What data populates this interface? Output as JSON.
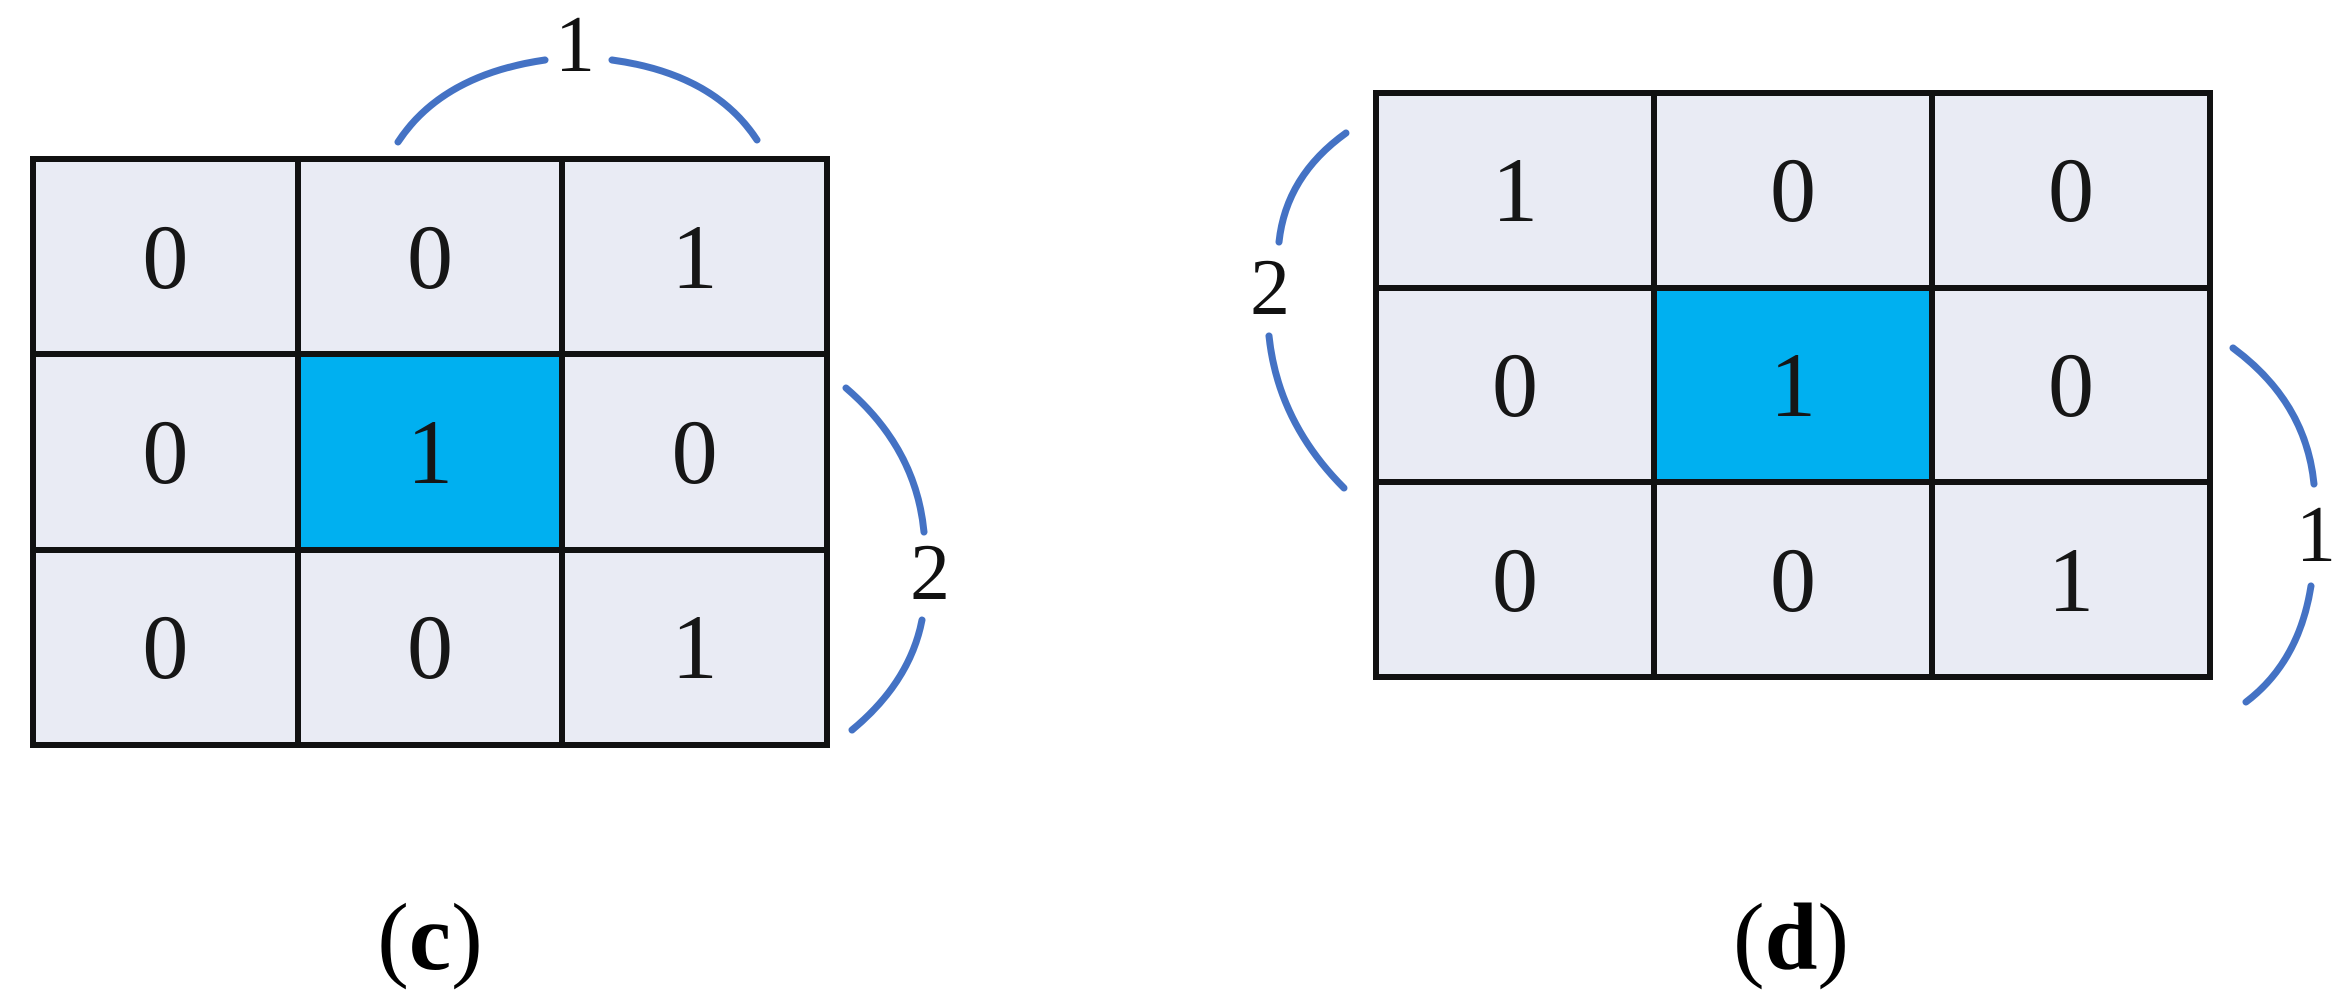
{
  "figure": {
    "colors": {
      "cell_bg": "#e9ebf4",
      "highlight": "#00b0f0",
      "border": "#111111",
      "arc": "#4472c4"
    },
    "panels": [
      {
        "id": "c",
        "caption": {
          "open": "(",
          "letter": "c",
          "close": ")"
        },
        "grid": {
          "rows": [
            [
              "0",
              "0",
              "1"
            ],
            [
              "0",
              "1",
              "0"
            ],
            [
              "0",
              "0",
              "1"
            ]
          ],
          "highlight_cell": {
            "row": 1,
            "col": 1,
            "value": "1"
          }
        },
        "annotations": [
          {
            "label": "1",
            "position": "top"
          },
          {
            "label": "2",
            "position": "right"
          }
        ]
      },
      {
        "id": "d",
        "caption": {
          "open": "(",
          "letter": "d",
          "close": ")"
        },
        "grid": {
          "rows": [
            [
              "1",
              "0",
              "0"
            ],
            [
              "0",
              "1",
              "0"
            ],
            [
              "0",
              "0",
              "1"
            ]
          ],
          "highlight_cell": {
            "row": 1,
            "col": 1,
            "value": "1"
          }
        },
        "annotations": [
          {
            "label": "2",
            "position": "left"
          },
          {
            "label": "1",
            "position": "right"
          }
        ]
      }
    ]
  }
}
